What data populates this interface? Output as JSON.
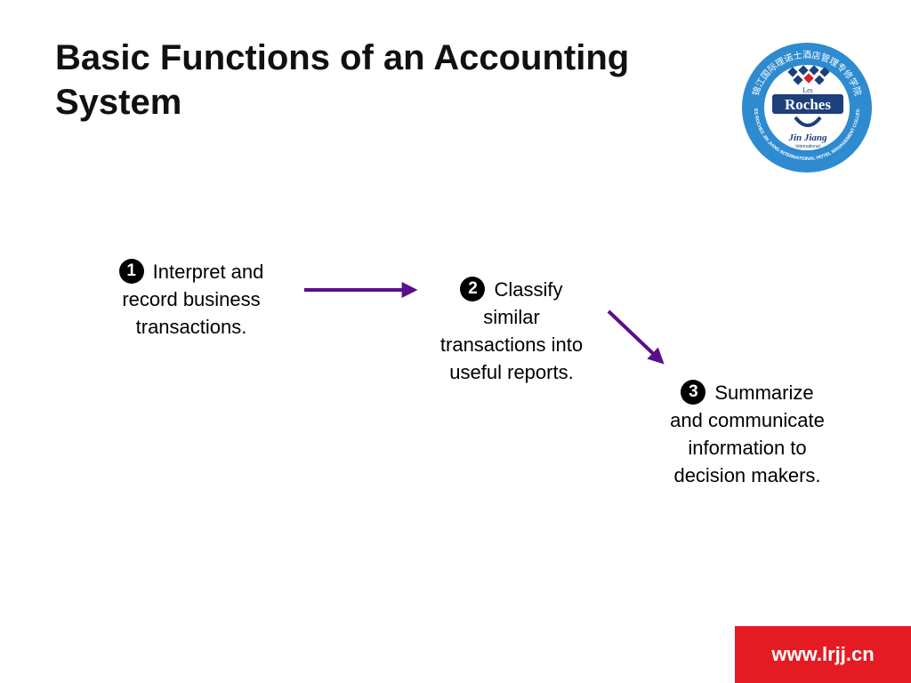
{
  "slide": {
    "title_line1": "Basic Functions of an Accounting",
    "title_line2": "System"
  },
  "logo": {
    "brand_small": "Les",
    "brand_main": "Roches",
    "sub_brand": "Jin Jiang",
    "sub_brand_small": "International",
    "ring_text_chinese": "锦江国际理诺士酒店管理专修学院",
    "ring_text_english": "LES ROCHES JIN JIANG INTERNATIONAL HOTEL MANAGEMENT COLLEGE",
    "ring_color": "#2e8bd0",
    "navy": "#1d3f7a",
    "accent_red": "#d6202a"
  },
  "steps": [
    {
      "number": "1",
      "lines": [
        "Interpret and",
        "record business",
        "transactions."
      ]
    },
    {
      "number": "2",
      "lines": [
        "Classify",
        "similar",
        "transactions into",
        "useful reports."
      ]
    },
    {
      "number": "3",
      "lines": [
        "Summarize",
        "and communicate",
        "information to",
        "decision makers."
      ]
    }
  ],
  "arrow_color": "#5b0f8c",
  "footer": {
    "url": "www.lrjj.cn",
    "background": "#e41b23"
  }
}
